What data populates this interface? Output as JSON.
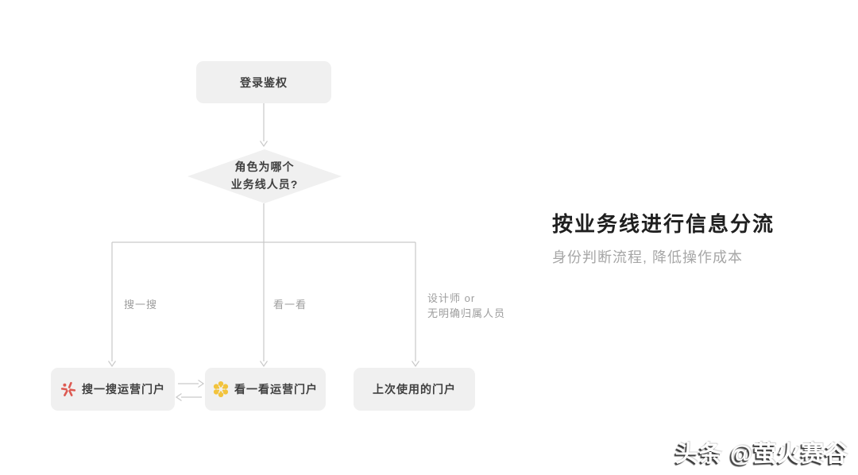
{
  "flowchart": {
    "login": {
      "label": "登录鉴权"
    },
    "decision": {
      "line1": "角色为哪个",
      "line2": "业务线人员?"
    },
    "branches": {
      "search": "搜一搜",
      "watch": "看一看",
      "designer_line1": "设计师 or",
      "designer_line2": "无明确归属人员"
    },
    "portals": {
      "search": {
        "label": "搜一搜运营门户",
        "icon": "red-starburst-icon"
      },
      "watch": {
        "label": "看一看运营门户",
        "icon": "yellow-hex-flower-icon"
      },
      "last": {
        "label": "上次使用的门户"
      }
    }
  },
  "heading": {
    "title": "按业务线进行信息分流",
    "subtitle": "身份判断流程, 降低操作成本"
  },
  "watermark": {
    "text": "头条 @萤火赛谷"
  },
  "colors": {
    "node_fill": "#F0F0F0",
    "line": "#C9C9C9",
    "node_text": "#3F3F3F",
    "label_text": "#9D9D9D",
    "title_text": "#1F1F1F",
    "subtitle_text": "#A6A6A6",
    "accent_red": "#DD5A52",
    "accent_yellow": "#F2C33C"
  }
}
